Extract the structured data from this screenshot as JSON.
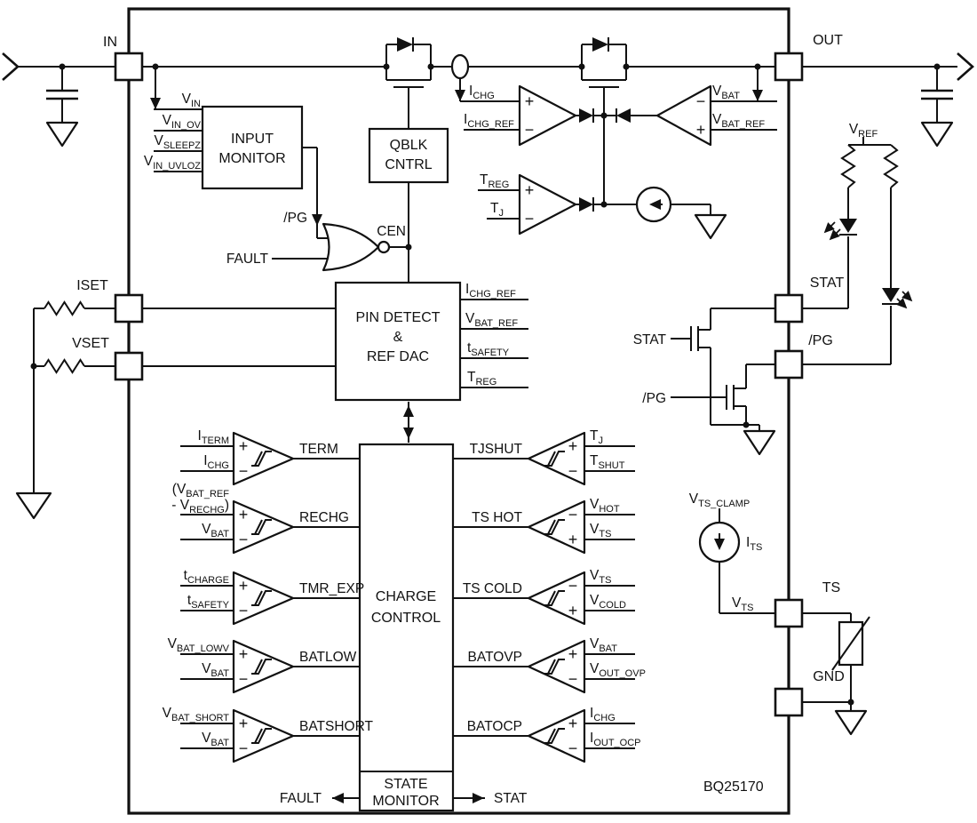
{
  "part_number": "BQ25170",
  "pins": {
    "in": "IN",
    "out": "OUT",
    "iset": "ISET",
    "vset": "VSET",
    "stat": "STAT",
    "pg": "/PG",
    "ts": "TS",
    "gnd": "GND"
  },
  "blocks": {
    "input_monitor_l1": "INPUT",
    "input_monitor_l2": "MONITOR",
    "qblk_l1": "QBLK",
    "qblk_l2": "CNTRL",
    "pin_detect_l1": "PIN DETECT",
    "pin_detect_l2": "&",
    "pin_detect_l3": "REF DAC",
    "charge_l1": "CHARGE",
    "charge_l2": "CONTROL",
    "state_l1": "STATE",
    "state_l2": "MONITOR"
  },
  "labels": {
    "fault_in": "FAULT",
    "cen": "CEN",
    "pg_signal": "/PG",
    "stat_gate": "STAT",
    "pg_gate": "/PG",
    "fault_out": "FAULT",
    "stat_out": "STAT"
  },
  "signals": {
    "vin": {
      "m": "V",
      "s": "IN"
    },
    "vin_ov": {
      "m": "V",
      "s": "IN_OV"
    },
    "vsleepz": {
      "m": "V",
      "s": "SLEEPZ"
    },
    "vin_uvloz": {
      "m": "V",
      "s": "IN_UVLOZ"
    },
    "ichg": {
      "m": "I",
      "s": "CHG"
    },
    "ichg_ref": {
      "m": "I",
      "s": "CHG_REF"
    },
    "vbat": {
      "m": "V",
      "s": "BAT"
    },
    "vbat_ref": {
      "m": "V",
      "s": "BAT_REF"
    },
    "treg": {
      "m": "T",
      "s": "REG"
    },
    "tj": {
      "m": "T",
      "s": "J"
    },
    "tshut": {
      "m": "T",
      "s": "SHUT"
    },
    "tsafety": {
      "m": "t",
      "s": "SAFETY"
    },
    "tcharge": {
      "m": "t",
      "s": "CHARGE"
    },
    "iterm": {
      "m": "I",
      "s": "TERM"
    },
    "vbat_lowv": {
      "m": "V",
      "s": "BAT_LOWV"
    },
    "vbat_short": {
      "m": "V",
      "s": "BAT_SHORT"
    },
    "vhot": {
      "m": "V",
      "s": "HOT"
    },
    "vts": {
      "m": "V",
      "s": "TS"
    },
    "vcold": {
      "m": "V",
      "s": "COLD"
    },
    "vout_ovp": {
      "m": "V",
      "s": "OUT_OVP"
    },
    "iout_ocp": {
      "m": "I",
      "s": "OUT_OCP"
    },
    "vref": {
      "m": "V",
      "s": "REF"
    },
    "vts_clamp": {
      "m": "V",
      "s": "TS_CLAMP"
    },
    "its": {
      "m": "I",
      "s": "TS"
    },
    "rechg_l1": {
      "pre": "(V",
      "s": "BAT_REF"
    },
    "rechg_l2": {
      "pre": "- V",
      "s": "RECHG",
      "post": ")"
    }
  },
  "amps": {
    "ichg_amp": {
      "top_sign": "+",
      "bot_sign": "−"
    },
    "vbat_amp": {
      "top_sign": "−",
      "bot_sign": "+"
    },
    "treg_amp": {
      "top_sign": "+",
      "bot_sign": "−"
    }
  },
  "comparators": {
    "left": [
      {
        "name": "TERM",
        "top_sign": "+",
        "bot_sign": "−"
      },
      {
        "name": "RECHG",
        "top_sign": "+",
        "bot_sign": "−"
      },
      {
        "name": "TMR_EXP",
        "top_sign": "+",
        "bot_sign": "−"
      },
      {
        "name": "BATLOW",
        "top_sign": "+",
        "bot_sign": "−"
      },
      {
        "name": "BATSHORT",
        "top_sign": "+",
        "bot_sign": "−"
      }
    ],
    "right": [
      {
        "name": "TJSHUT",
        "top_sign": "+",
        "bot_sign": "−"
      },
      {
        "name": "TS HOT",
        "top_sign": "−",
        "bot_sign": "+"
      },
      {
        "name": "TS COLD",
        "top_sign": "−",
        "bot_sign": "+"
      },
      {
        "name": "BATOVP",
        "top_sign": "+",
        "bot_sign": "−"
      },
      {
        "name": "BATOCP",
        "top_sign": "+",
        "bot_sign": "−"
      }
    ]
  }
}
